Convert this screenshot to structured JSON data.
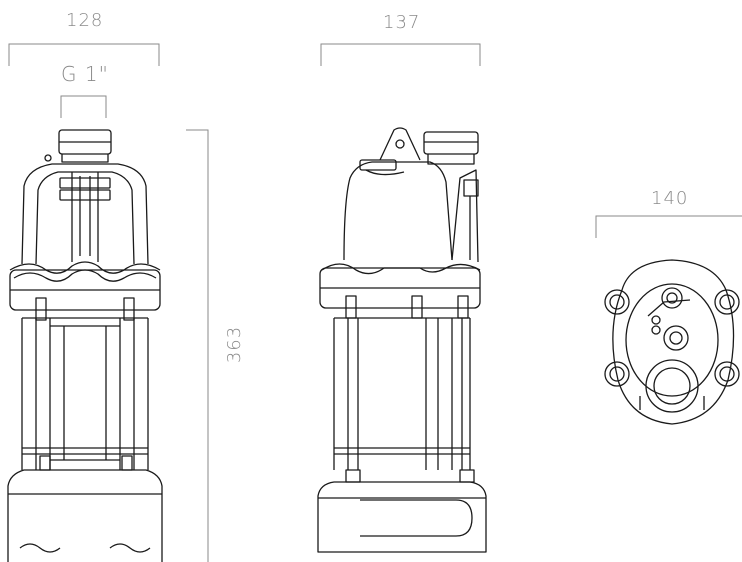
{
  "dimensions": {
    "front_width": "128",
    "thread": "G 1\"",
    "side_width": "137",
    "height": "363",
    "top_diameter": "140"
  },
  "colors": {
    "line": "#1a1a1a",
    "dimension": "#8a8a8a"
  }
}
